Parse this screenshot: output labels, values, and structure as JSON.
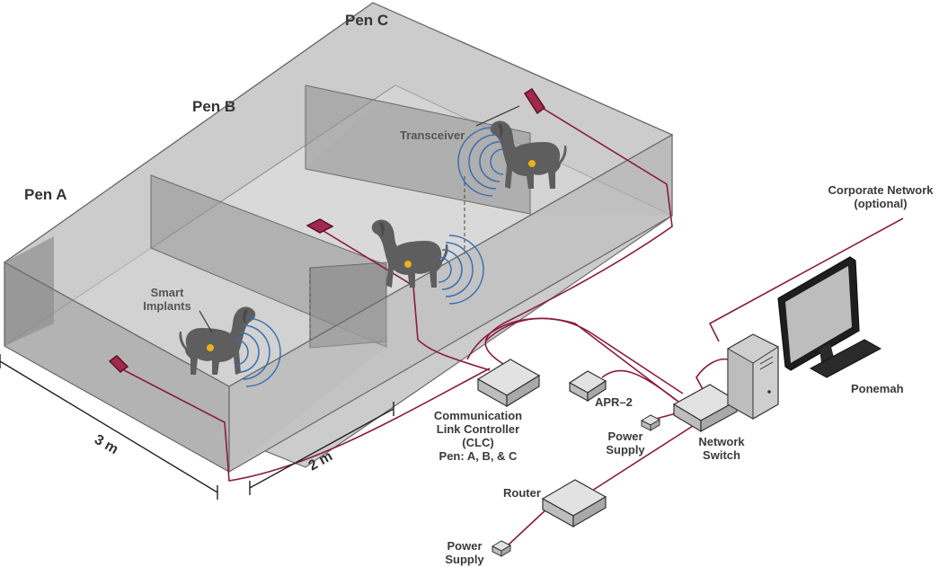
{
  "colors": {
    "cable": "#8a1c3c",
    "enclosure_edge": "#6b6b6b",
    "enclosure_fill": "#9a9a9a",
    "floor": "#dcdcdc",
    "wave": "#3a6fb0",
    "transceiver": "#a0294c",
    "implant": "#e8b21a",
    "device_top": "#e2e2e2",
    "device_side": "#a9a9a9"
  },
  "pens": {
    "pen_a": "Pen A",
    "pen_b": "Pen B",
    "pen_c": "Pen C"
  },
  "labels": {
    "transceiver": "Transceiver",
    "smart_implants_1": "Smart",
    "smart_implants_2": "Implants",
    "dim_3m": "3 m",
    "dim_2m": "2 m",
    "clc_1": "Communication",
    "clc_2": "Link Controller",
    "clc_3": "(CLC)",
    "clc_4": "Pen: A, B, & C",
    "apr2": "APR–2",
    "power_supply_1a": "Power",
    "power_supply_1b": "Supply",
    "network_switch_1": "Network",
    "network_switch_2": "Switch",
    "router": "Router",
    "power_supply_2a": "Power",
    "power_supply_2b": "Supply",
    "corporate_1": "Corporate Network",
    "corporate_2": "(optional)",
    "ponemah": "Ponemah"
  },
  "icons": {
    "dog": "dog-silhouette-icon",
    "waves": "signal-waves-icon",
    "transceiver": "transceiver-pad-icon",
    "computer": "desktop-computer-icon"
  }
}
